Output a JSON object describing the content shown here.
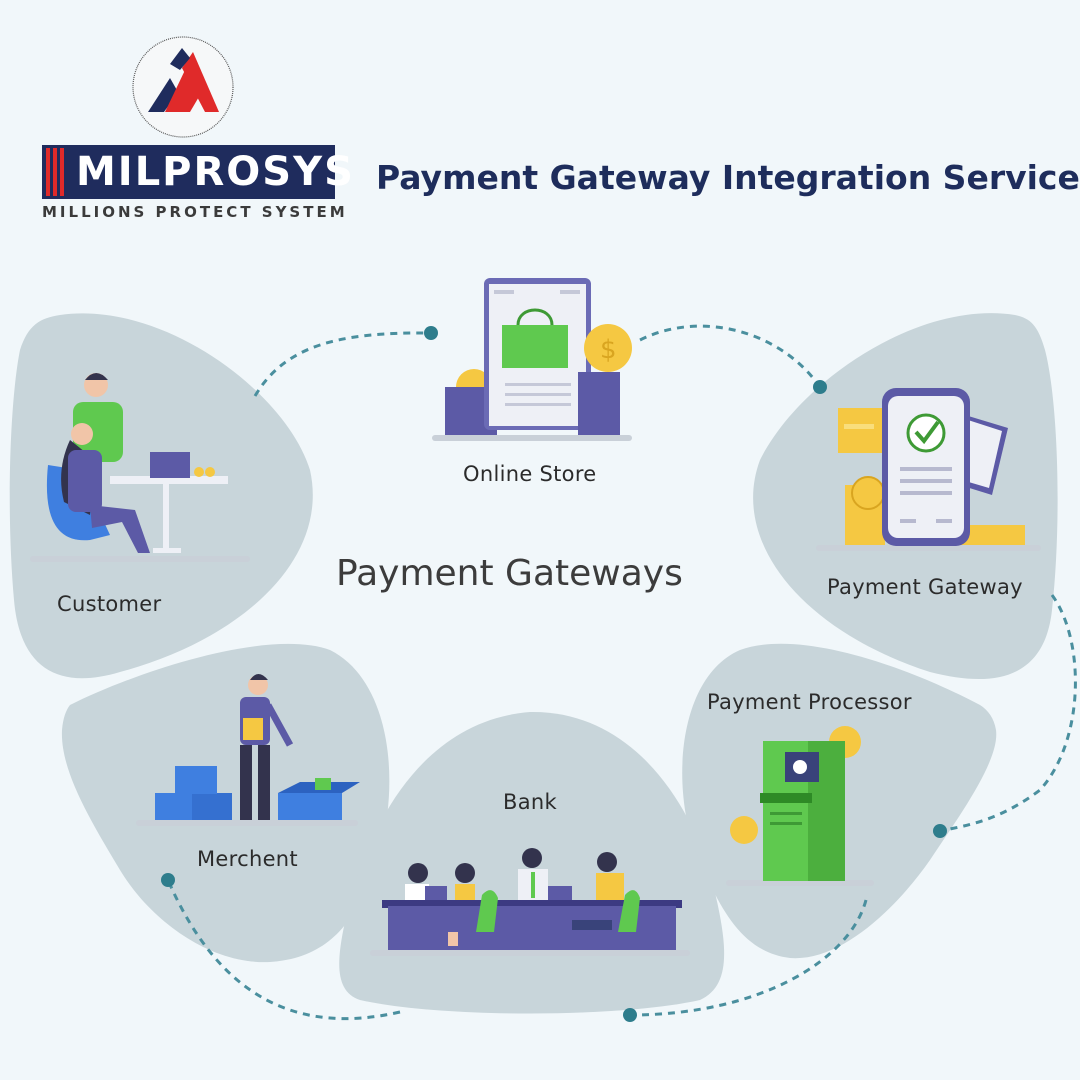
{
  "brand": {
    "name": "MILPROSYS",
    "tagline": "MILLIONS PROTECT SYSTEM",
    "logo_colors": [
      "#e02a2a",
      "#1f2c5d"
    ]
  },
  "title": "Payment Gateway Integration Services",
  "center_label": "Payment Gateways",
  "nodes": [
    {
      "id": "online-store",
      "label": "Online Store",
      "icon": "storefront-icon"
    },
    {
      "id": "payment-gateway",
      "label": "Payment Gateway",
      "icon": "phone-checkmark-icon"
    },
    {
      "id": "payment-processor",
      "label": "Payment Processor",
      "icon": "atm-machine-icon"
    },
    {
      "id": "bank",
      "label": "Bank",
      "icon": "bank-desk-icon"
    },
    {
      "id": "merchent",
      "label": "Merchent",
      "icon": "merchant-boxes-icon"
    },
    {
      "id": "customer",
      "label": "Customer",
      "icon": "customer-laptop-icon"
    }
  ],
  "colors": {
    "background": "#f1f7fa",
    "petal": "#c8d5da",
    "connector": "#4a8f9e",
    "title": "#1e2d5c",
    "accent_green": "#5fc94f",
    "accent_purple": "#5c5aa6",
    "accent_gold": "#f5c842"
  }
}
